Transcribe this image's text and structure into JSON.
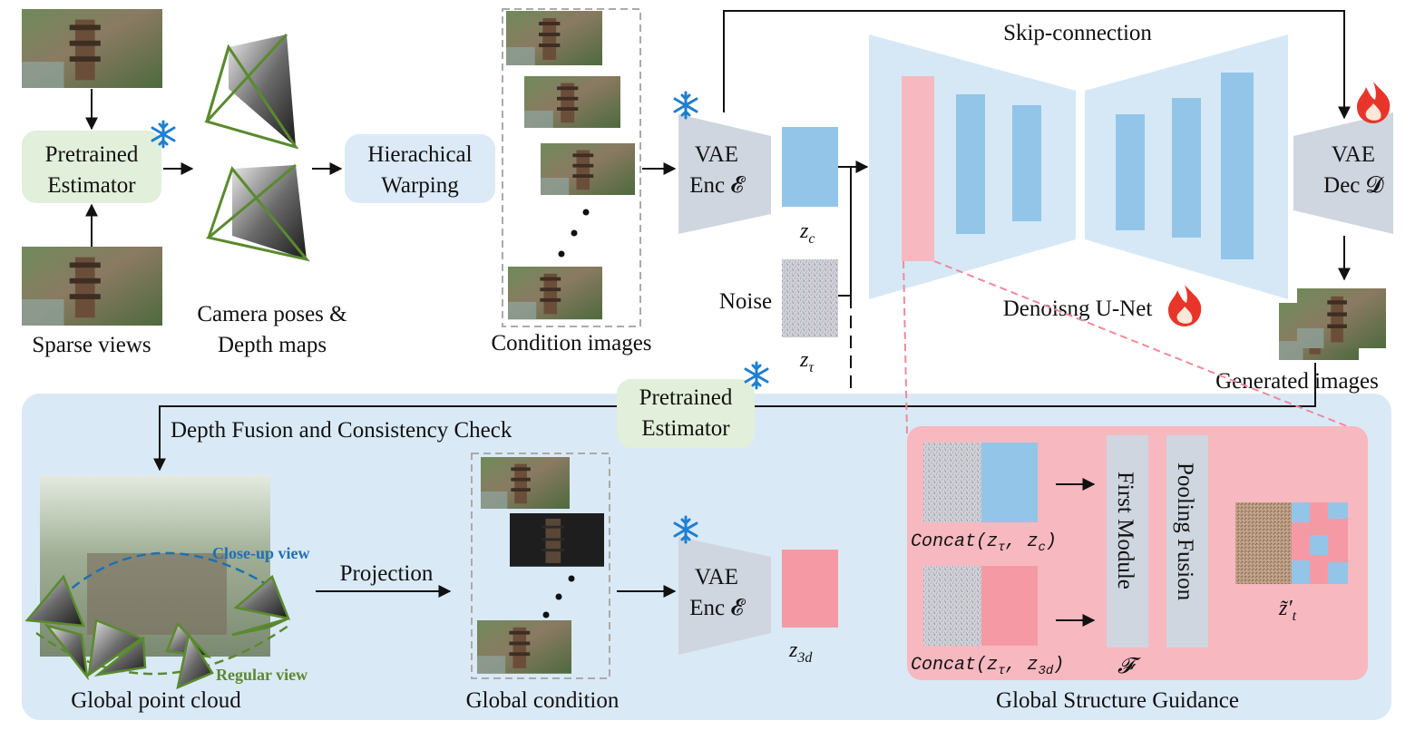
{
  "top": {
    "sparse_views": "Sparse views",
    "pretrained_estimator": [
      "Pretrained",
      "Estimator"
    ],
    "camera_depth": [
      "Camera poses &",
      "Depth maps"
    ],
    "hier_warp": [
      "Hierachical",
      "Warping"
    ],
    "condition_images": "Condition images",
    "vae_enc": [
      "VAE",
      "Enc 𝓔"
    ],
    "zc": "z",
    "zc_sub": "c",
    "noise": "Noise",
    "ztau": "z",
    "ztau_sub": "τ",
    "skip": "Skip-connection",
    "unet": "Denoisng U-Net",
    "vae_dec": [
      "VAE",
      "Dec 𝓓"
    ],
    "generated": "Generated images"
  },
  "bottom": {
    "pretrained_estimator": [
      "Pretrained",
      "Estimator"
    ],
    "depth_fusion": "Depth Fusion and Consistency Check",
    "closeup": "Close-up view",
    "regular": "Regular view",
    "global_pc": "Global point cloud",
    "projection": "Projection",
    "global_condition": "Global condition",
    "vae_enc": [
      "VAE",
      "Enc 𝓔"
    ],
    "z3d": "z",
    "z3d_sub": "3d",
    "concat1": "Concat(z",
    "concat1_sub1": "τ",
    "concat1_mid": ", z",
    "concat1_sub2": "c",
    "concat2": "Concat(z",
    "concat2_sub1": "τ",
    "concat2_mid": ", z",
    "concat2_sub2": "3d",
    "first_module": "First  Module",
    "pooling_fusion": "Pooling Fusion",
    "F": "𝓕",
    "ztilde": "z̃′",
    "ztilde_sub": "t",
    "global_structure": "Global Structure Guidance"
  },
  "colors": {
    "green_box": "#e2efda",
    "blue_box": "#dbeaf6",
    "panel": "#dae9f6",
    "vae": "#cfd6df",
    "latent_blue": "#93c5e8",
    "latent_pink": "#f59aa5",
    "unet_bg": "#d6e8f6",
    "unet_bar": "#93c5e8",
    "pink_panel": "#f7b8c0",
    "cam_green": "#5a8a2e"
  },
  "icons": [
    "snowflake-icon",
    "fire-icon"
  ]
}
